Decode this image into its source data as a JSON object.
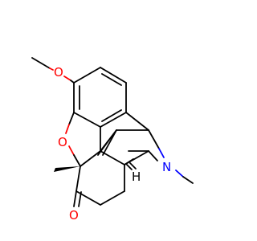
{
  "atoms": {
    "methoxy_oxygen": "O",
    "ether_oxygen": "O",
    "ketone_oxygen": "O",
    "amine_nitrogen": "N",
    "stereo_hydrogen": "H"
  },
  "colors": {
    "bond": "#000000",
    "oxygen": "#ff0000",
    "nitrogen": "#0000ff",
    "background": "#ffffff"
  }
}
